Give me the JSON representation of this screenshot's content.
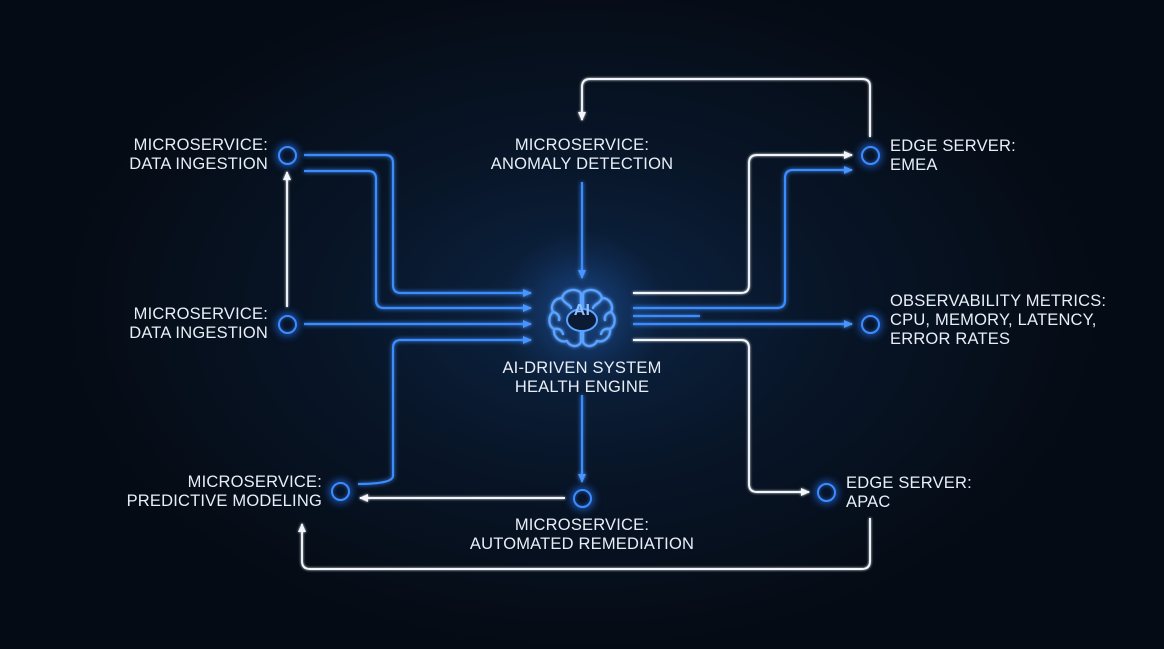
{
  "diagram": {
    "engine": {
      "line1": "AI-DRIVEN SYSTEM",
      "line2": "HEALTH ENGINE",
      "badge": "AI",
      "icon": "brain-icon"
    },
    "nodes": {
      "ingestion_top": {
        "line1": "MICROSERVICE:",
        "line2": "DATA INGESTION"
      },
      "ingestion_mid": {
        "line1": "MICROSERVICE:",
        "line2": "DATA INGESTION"
      },
      "anomaly": {
        "line1": "MICROSERVICE:",
        "line2": "ANOMALY DETECTION"
      },
      "predictive": {
        "line1": "MICROSERVICE:",
        "line2": "PREDICTIVE MODELING"
      },
      "remediation": {
        "line1": "MICROSERVICE:",
        "line2": "AUTOMATED REMEDIATION"
      },
      "emea": {
        "line1": "EDGE SERVER:",
        "line2": "EMEA"
      },
      "observability": {
        "line1": "OBSERVABILITY METRICS:",
        "line2": "CPU, MEMORY, LATENCY,",
        "line3": "ERROR RATES"
      },
      "apac": {
        "line1": "EDGE SERVER:",
        "line2": "APAC"
      }
    },
    "colors": {
      "blue_wire": "#3b8cff",
      "white_wire": "#f2f5fa",
      "node_ring": "#3d8bff",
      "text": "#e8eef7",
      "background": "#050b14"
    }
  }
}
